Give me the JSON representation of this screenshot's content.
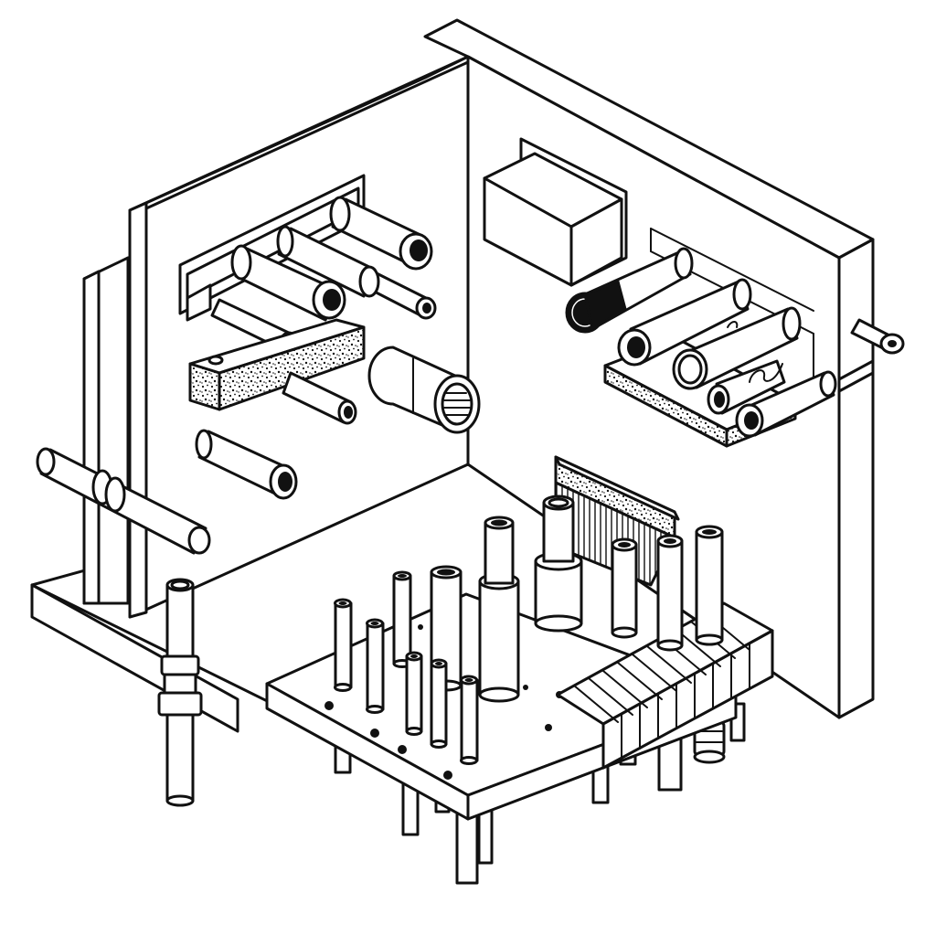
{
  "figure": {
    "style": "monochrome isometric line drawing",
    "colors": {
      "line": "#111111",
      "background": "#ffffff"
    },
    "components": [
      "left-wall-panel",
      "right-wall-panel",
      "floor-slab",
      "baseplate-platform",
      "upper-left-bracket",
      "speckled-bracket",
      "mounted-box",
      "speckled-tray",
      "heat-sink",
      "finned-block",
      "vertical-posts",
      "support-legs"
    ]
  }
}
